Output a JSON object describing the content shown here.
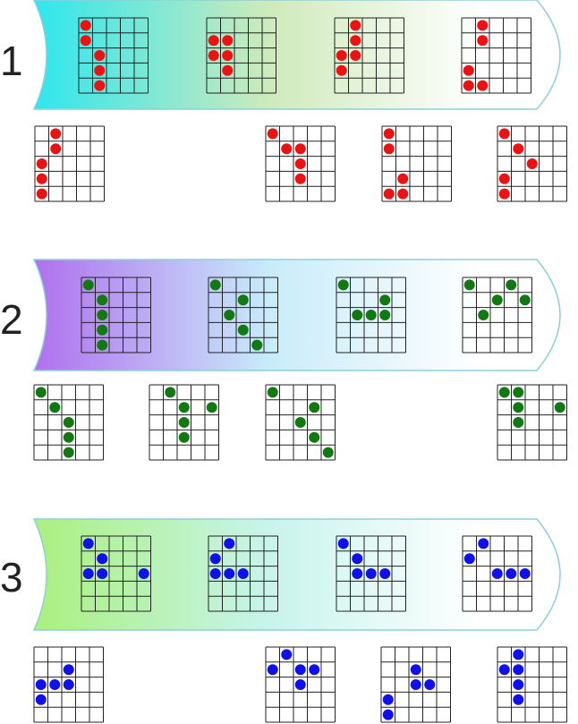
{
  "puzzles": [
    {
      "number": "1",
      "band_colors": [
        "#2ee6ee",
        "#cfeabb",
        "#ffffff"
      ],
      "dot_color": "#ee1111",
      "question": [
        [
          [
            0,
            0
          ],
          [
            0,
            1
          ],
          [
            1,
            2
          ],
          [
            1,
            3
          ],
          [
            1,
            4
          ]
        ],
        [
          [
            0,
            1
          ],
          [
            1,
            1
          ],
          [
            0,
            2
          ],
          [
            1,
            2
          ],
          [
            1,
            3
          ]
        ],
        [
          [
            1,
            0
          ],
          [
            1,
            1
          ],
          [
            0,
            2
          ],
          [
            1,
            2
          ],
          [
            0,
            3
          ]
        ],
        [
          [
            1,
            0
          ],
          [
            1,
            1
          ],
          [
            0,
            3
          ],
          [
            0,
            4
          ],
          [
            1,
            4
          ]
        ]
      ],
      "answers": [
        [
          [
            1,
            0
          ],
          [
            1,
            1
          ],
          [
            0,
            2
          ],
          [
            0,
            3
          ],
          [
            0,
            4
          ]
        ],
        null,
        [
          [
            0,
            0
          ],
          [
            1,
            1
          ],
          [
            2,
            1
          ],
          [
            2,
            2
          ],
          [
            2,
            3
          ]
        ],
        [
          [
            0,
            0
          ],
          [
            0,
            1
          ],
          [
            1,
            3
          ],
          [
            0,
            4
          ],
          [
            1,
            4
          ]
        ],
        [
          [
            0,
            0
          ],
          [
            1,
            1
          ],
          [
            2,
            2
          ],
          [
            0,
            3
          ],
          [
            0,
            4
          ]
        ]
      ]
    },
    {
      "number": "2",
      "band_colors": [
        "#b070ee",
        "#c8ecfa",
        "#ffffff"
      ],
      "dot_color": "#107a10",
      "question": [
        [
          [
            0,
            0
          ],
          [
            1,
            1
          ],
          [
            1,
            2
          ],
          [
            1,
            3
          ],
          [
            1,
            4
          ]
        ],
        [
          [
            0,
            0
          ],
          [
            2,
            1
          ],
          [
            1,
            2
          ],
          [
            2,
            3
          ],
          [
            3,
            4
          ]
        ],
        [
          [
            0,
            0
          ],
          [
            3,
            1
          ],
          [
            1,
            2
          ],
          [
            2,
            2
          ],
          [
            3,
            2
          ]
        ],
        [
          [
            0,
            0
          ],
          [
            3,
            0
          ],
          [
            2,
            1
          ],
          [
            4,
            1
          ],
          [
            1,
            2
          ]
        ]
      ],
      "answers": [
        [
          [
            0,
            0
          ],
          [
            1,
            1
          ],
          [
            2,
            2
          ],
          [
            2,
            3
          ],
          [
            2,
            4
          ]
        ],
        [
          [
            1,
            0
          ],
          [
            2,
            1
          ],
          [
            4,
            1
          ],
          [
            2,
            2
          ],
          [
            2,
            3
          ]
        ],
        [
          [
            0,
            0
          ],
          [
            3,
            1
          ],
          [
            2,
            2
          ],
          [
            3,
            3
          ],
          [
            4,
            4
          ]
        ],
        null,
        [
          [
            0,
            0
          ],
          [
            1,
            0
          ],
          [
            1,
            1
          ],
          [
            4,
            1
          ],
          [
            1,
            2
          ]
        ]
      ]
    },
    {
      "number": "3",
      "band_colors": [
        "#aaf07e",
        "#c8f4ec",
        "#ffffff"
      ],
      "dot_color": "#1010ee",
      "question": [
        [
          [
            0,
            0
          ],
          [
            1,
            1
          ],
          [
            0,
            2
          ],
          [
            1,
            2
          ],
          [
            4,
            2
          ]
        ],
        [
          [
            1,
            0
          ],
          [
            0,
            1
          ],
          [
            0,
            2
          ],
          [
            1,
            2
          ],
          [
            2,
            2
          ]
        ],
        [
          [
            0,
            0
          ],
          [
            1,
            1
          ],
          [
            1,
            2
          ],
          [
            2,
            2
          ],
          [
            3,
            2
          ]
        ],
        [
          [
            1,
            0
          ],
          [
            0,
            1
          ],
          [
            2,
            2
          ],
          [
            3,
            2
          ],
          [
            4,
            2
          ]
        ]
      ],
      "answers": [
        [
          [
            2,
            1
          ],
          [
            0,
            2
          ],
          [
            1,
            2
          ],
          [
            2,
            2
          ],
          [
            0,
            3
          ]
        ],
        null,
        [
          [
            1,
            0
          ],
          [
            0,
            1
          ],
          [
            2,
            1
          ],
          [
            3,
            1
          ],
          [
            2,
            2
          ]
        ],
        [
          [
            2,
            1
          ],
          [
            2,
            2
          ],
          [
            3,
            2
          ],
          [
            0,
            3
          ],
          [
            0,
            4
          ]
        ],
        [
          [
            1,
            0
          ],
          [
            0,
            1
          ],
          [
            1,
            1
          ],
          [
            1,
            2
          ],
          [
            1,
            3
          ]
        ]
      ]
    }
  ]
}
